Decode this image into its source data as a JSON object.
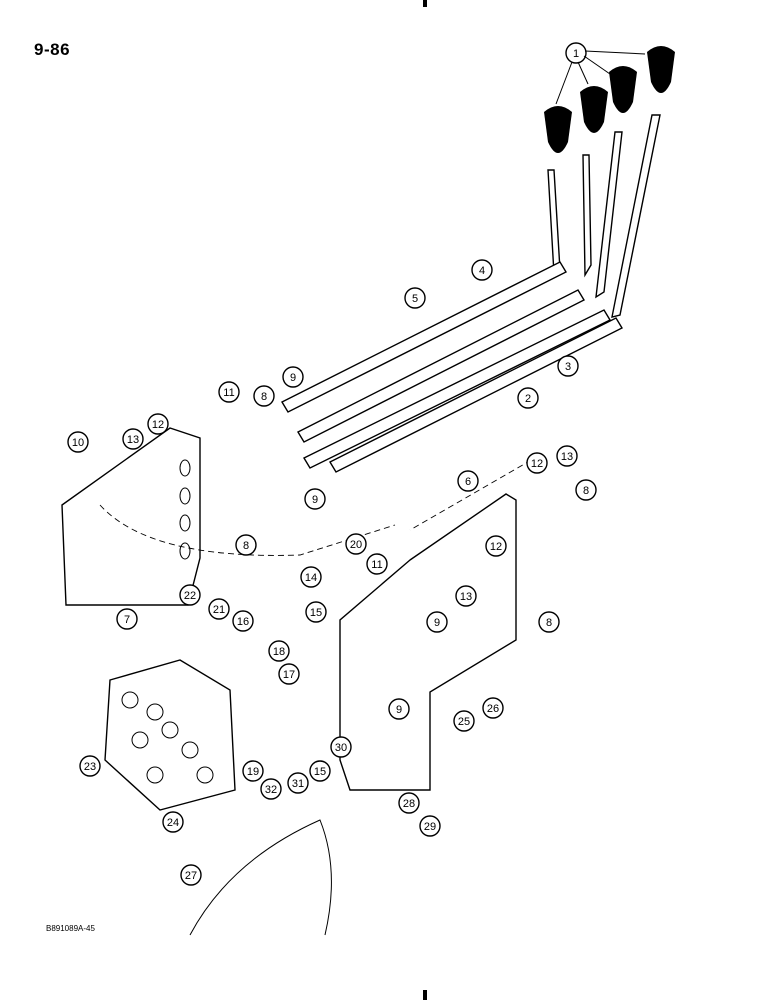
{
  "page": {
    "number": "9-86",
    "figure_code": "B891089A-45"
  },
  "callouts": [
    "1",
    "2",
    "3",
    "4",
    "5",
    "6",
    "7",
    "8",
    "9",
    "10",
    "11",
    "12",
    "13",
    "14",
    "15",
    "16",
    "17",
    "18",
    "19",
    "20",
    "21",
    "22",
    "23",
    "24",
    "25",
    "26",
    "27",
    "28",
    "29",
    "30",
    "31",
    "32"
  ]
}
